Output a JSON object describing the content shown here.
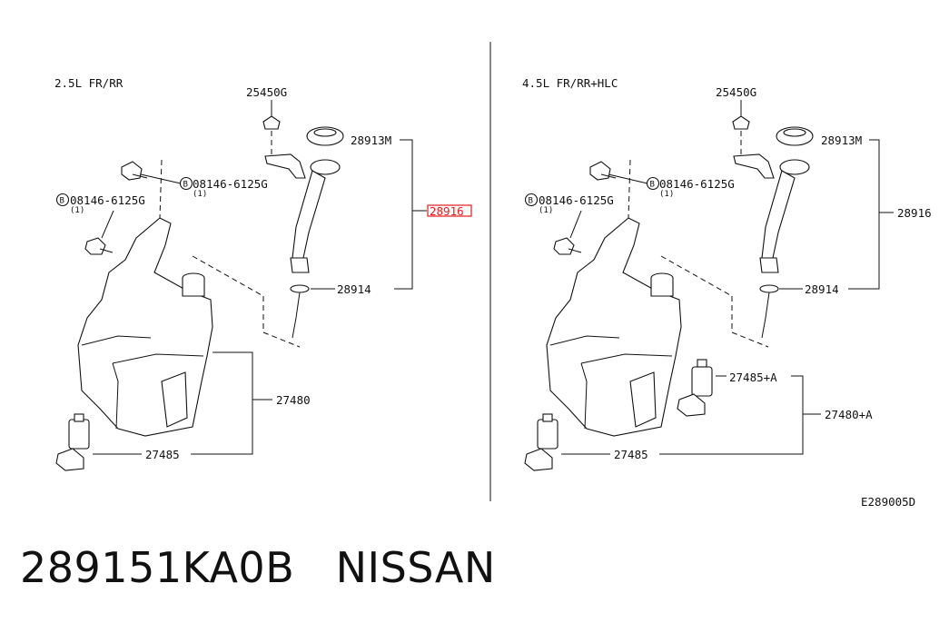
{
  "left": {
    "title": "2.5L FR/RR",
    "bolt_a_label": "08146-6125G",
    "bolt_a_qty": "(1)",
    "bolt_b_label": "08146-6125G",
    "bolt_b_qty": "(1)",
    "circle_letter": "B",
    "p25450": "25450G",
    "p28913": "28913M",
    "p28916": "28916",
    "p28914": "28914",
    "p27480": "27480",
    "p27485": "27485"
  },
  "right": {
    "title": "4.5L FR/RR+HLC",
    "bolt_a_label": "08146-6125G",
    "bolt_a_qty": "(1)",
    "bolt_b_label": "08146-6125G",
    "bolt_b_qty": "(1)",
    "circle_letter": "B",
    "p25450": "25450G",
    "p28913": "28913M",
    "p28916": "28916",
    "p28914": "28914",
    "p27485a": "27485+A",
    "p27480a": "27480+A",
    "p27485": "27485"
  },
  "diagram_code": "E289005D",
  "footer": {
    "part_number": "289151KA0B",
    "brand": "NISSAN"
  },
  "highlight_color": "#e8191a"
}
